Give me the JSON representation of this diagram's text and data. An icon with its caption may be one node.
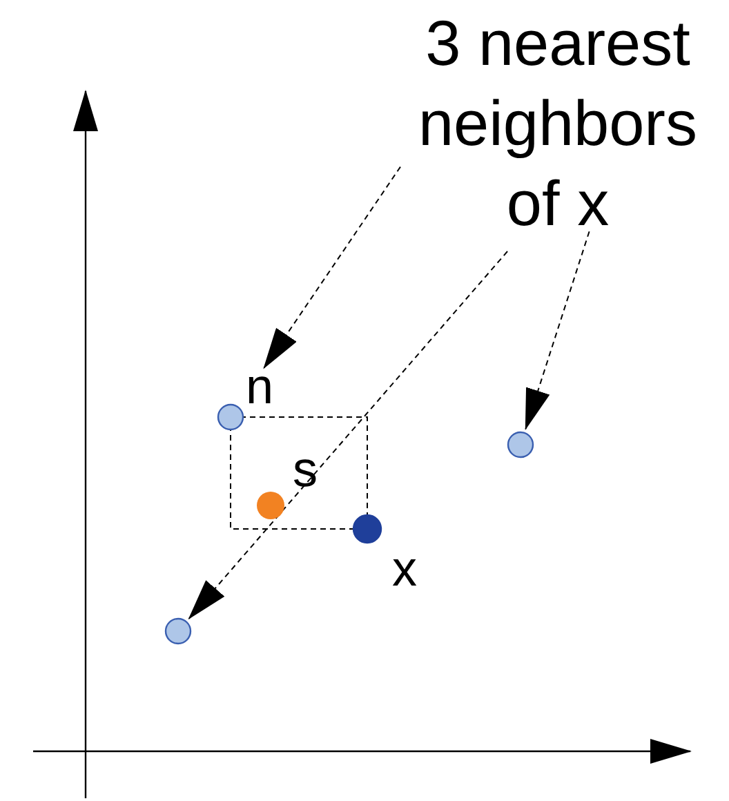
{
  "diagram": {
    "nodes": [
      {
        "text": [
          "3 nearest neighbors of x"
        ]
      },
      {
        "text": [],
        "shape": "circle",
        "beside": [
          "n"
        ]
      },
      {
        "text": [],
        "shape": "circle"
      },
      {
        "text": [],
        "shape": "circle"
      },
      {
        "text": [],
        "shape": "circle",
        "beside": [
          "s"
        ]
      },
      {
        "text": [],
        "shape": "circle",
        "beside": [
          "x"
        ]
      }
    ],
    "edges": [
      {
        "from": 0,
        "to": 1,
        "arrow": "to",
        "style": "dashed"
      },
      {
        "from": 0,
        "to": 2,
        "arrow": "to",
        "style": "dashed"
      },
      {
        "from": 0,
        "to": 3,
        "arrow": "to",
        "style": "dashed"
      }
    ]
  }
}
